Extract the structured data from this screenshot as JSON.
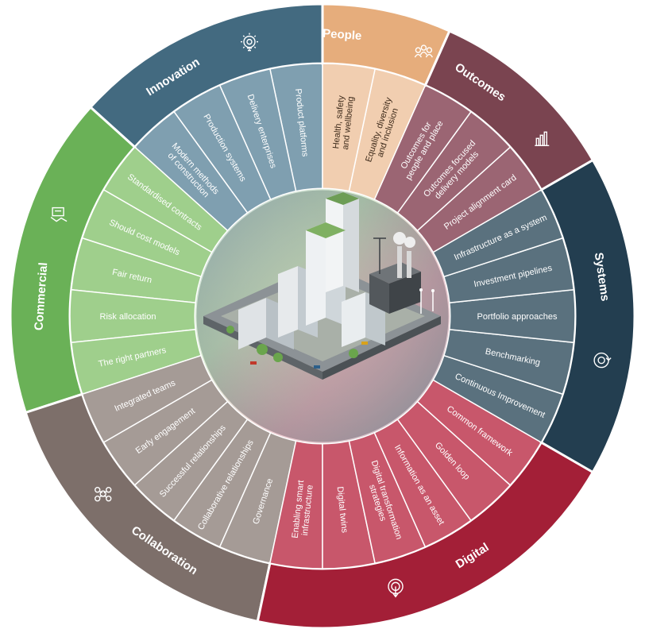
{
  "wheel": {
    "center_alt": "city",
    "categories": [
      {
        "name": "Innovation",
        "icon": "gear-lightbulb-icon",
        "outer_color": "#436a80",
        "inner_color": "#7f9fb0",
        "text_dark": false,
        "items": [
          {
            "label": [
              "Product platforms"
            ]
          },
          {
            "label": [
              "Delivery enterprises"
            ]
          },
          {
            "label": [
              "Production systems"
            ]
          },
          {
            "label": [
              "Modern methods",
              "of construction"
            ]
          }
        ]
      },
      {
        "name": "Commercial",
        "icon": "handshake-icon",
        "outer_color": "#6ab157",
        "inner_color": "#9fcf8c",
        "text_dark": false,
        "items": [
          {
            "label": [
              "Standardised contracts"
            ]
          },
          {
            "label": [
              "Should cost models"
            ]
          },
          {
            "label": [
              "Fair return"
            ]
          },
          {
            "label": [
              "Risk allocation"
            ]
          },
          {
            "label": [
              "The right partners"
            ]
          }
        ]
      },
      {
        "name": "Collaboration",
        "icon": "network-people-icon",
        "outer_color": "#7d6f6a",
        "inner_color": "#a59b96",
        "text_dark": false,
        "items": [
          {
            "label": [
              "Integrated teams"
            ]
          },
          {
            "label": [
              "Early engagement"
            ]
          },
          {
            "label": [
              "Successful relationships"
            ]
          },
          {
            "label": [
              "Collaborative relationships"
            ]
          },
          {
            "label": [
              "Governance"
            ]
          }
        ]
      },
      {
        "name": "Digital",
        "icon": "touch-target-icon",
        "outer_color": "#a31f37",
        "inner_color": "#c8576b",
        "text_dark": false,
        "items": [
          {
            "label": [
              "Enabling smart",
              "infrastructure"
            ]
          },
          {
            "label": [
              "Digital twins"
            ]
          },
          {
            "label": [
              "Digital transformation",
              "strategies"
            ]
          },
          {
            "label": [
              "Information as an asset"
            ]
          },
          {
            "label": [
              "Golden loop"
            ]
          },
          {
            "label": [
              "Common framework"
            ]
          }
        ]
      },
      {
        "name": "Systems",
        "icon": "cycle-gear-icon",
        "outer_color": "#233e50",
        "inner_color": "#5a717e",
        "text_dark": false,
        "items": [
          {
            "label": [
              "Continuous Improvement"
            ]
          },
          {
            "label": [
              "Benchmarking"
            ]
          },
          {
            "label": [
              "Portfolio approaches"
            ]
          },
          {
            "label": [
              "Investment pipelines"
            ]
          },
          {
            "label": [
              "Infrastructure as a system"
            ]
          }
        ]
      },
      {
        "name": "Outcomes",
        "icon": "bar-chart-icon",
        "outer_color": "#7a4450",
        "inner_color": "#9b6573",
        "text_dark": false,
        "items": [
          {
            "label": [
              "Project alignment card"
            ]
          },
          {
            "label": [
              "Outcomes focused",
              "delivery models"
            ]
          },
          {
            "label": [
              "Outcomes for",
              "people and place"
            ]
          }
        ]
      },
      {
        "name": "People",
        "icon": "people-group-icon",
        "outer_color": "#e6ad7c",
        "inner_color": "#f1ceb0",
        "text_dark": true,
        "items": [
          {
            "label": [
              "Equality, diversity",
              "and inclusion"
            ]
          },
          {
            "label": [
              "Health, safety",
              "and wellbeing"
            ]
          }
        ]
      }
    ]
  }
}
